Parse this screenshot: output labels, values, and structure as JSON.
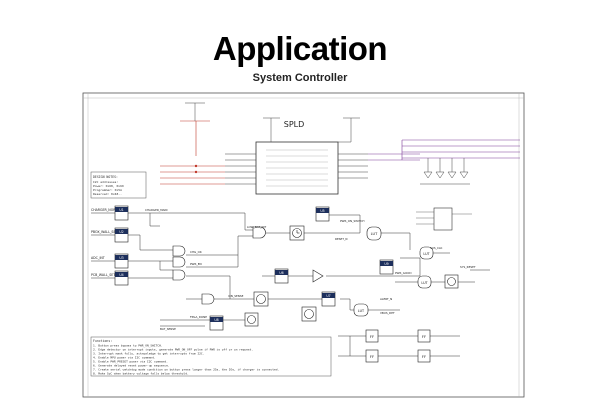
{
  "header": {
    "title": "Application",
    "subtitle": "System Controller"
  },
  "schematic": {
    "main_chip_label": "SPLD",
    "design_notes": {
      "heading": "DESIGN NOTES:",
      "lines": [
        "I2C addresses:",
        "  Power: 0x68, 0x69",
        "  Programmer: 0x5A",
        "  Reserved: 0x48.."
      ]
    },
    "inputs": [
      "CHARGER_NORM",
      "PBOX_WALL_SET",
      "ADC_INT",
      "PCB_WALL_SET"
    ],
    "block_labels": [
      "U1",
      "U2",
      "U3",
      "U4",
      "U5",
      "U6",
      "U7",
      "U8",
      "U9"
    ],
    "lut_label": "LUT",
    "ff_label": "FF",
    "net_labels": [
      "CHARGER_MAIN",
      "LOW_BAT_INT",
      "PWR_ON_SWITCH",
      "RESET_N",
      "CHG_OK",
      "PWR_EN",
      "SUS_CLK",
      "PWR_GOOD",
      "SYS_RESET",
      "VIN_SENSE",
      "ALERT_N",
      "FPGA_DONE",
      "BAT_SENSE",
      "VBUS_DET"
    ],
    "functions": {
      "heading": "Functions:",
      "lines": [
        "1. Button press bypass to PWR_ON_SWITCH.",
        "2. Edge detector on interrupt inputs, generate PWR_ON_OFF pulse if PWR is off or on request.",
        "3. Interrupt mask fully, acknowledge to get interrupts from I2C.",
        "4. Enable MPU power via I2C command.",
        "5. Enable PWR_PRESET power via I2C command.",
        "6. Generate delayed reset power-up sequence.",
        "7. Create serial watchdog mode condition on button press longer than 25s, the IOs, if charger is connected.",
        "8. Make SoC when battery voltage falls below threshold."
      ]
    }
  }
}
